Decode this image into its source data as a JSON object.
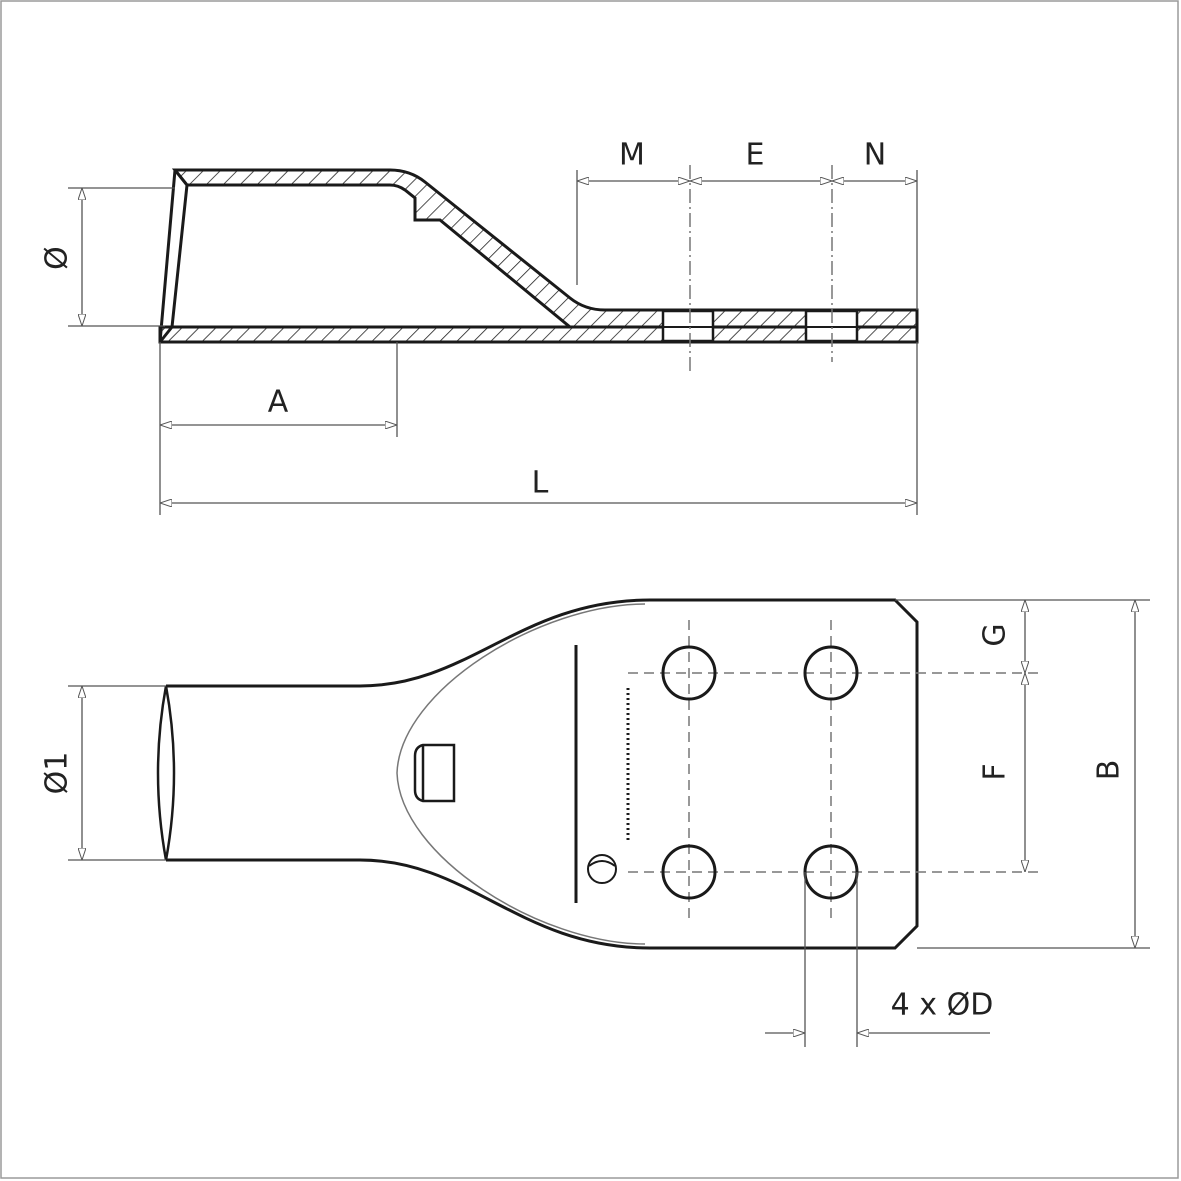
{
  "side_view": {
    "labels": {
      "diameter": "Ø",
      "M": "M",
      "E": "E",
      "N": "N",
      "A": "A",
      "L": "L"
    }
  },
  "top_view": {
    "labels": {
      "diameter1": "Ø1",
      "G": "G",
      "F": "F",
      "B": "B",
      "holes": "4 x ØD"
    }
  },
  "colors": {
    "line": "#1a1a1a",
    "dimension": "#555555",
    "border": "#9a9a9a"
  }
}
